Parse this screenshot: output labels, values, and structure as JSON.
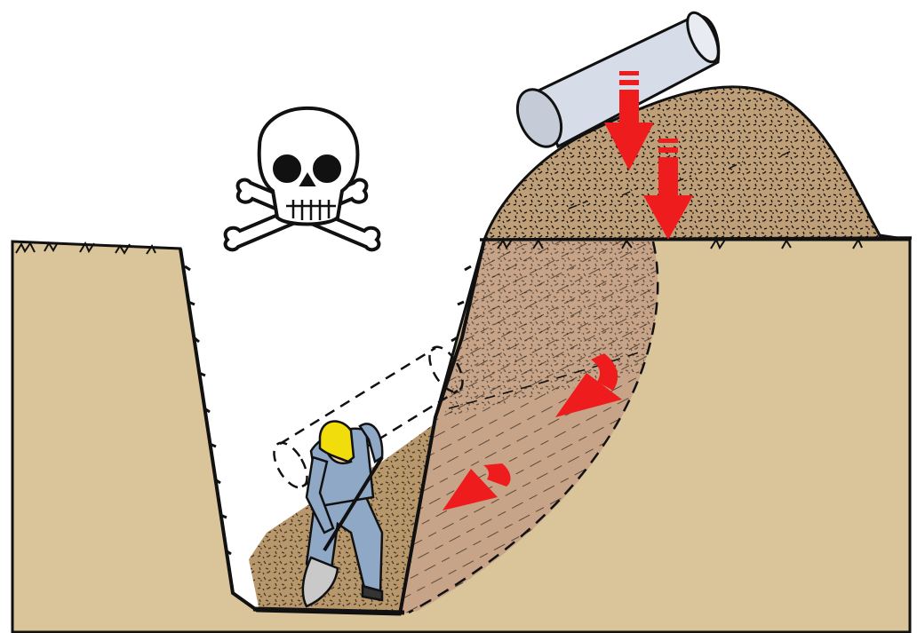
{
  "illustration": {
    "subject": "trench-collapse-hazard",
    "elements": [
      "trench",
      "spoil-pile",
      "pipe-section",
      "skull-and-crossbones",
      "worker-with-shovel",
      "downward-load-arrows",
      "slide-direction-arrows",
      "failure-wedge-outline",
      "pipe-ghost-outline"
    ]
  },
  "colors": {
    "background": "#ffffff",
    "ground": "#dac59a",
    "soil_mound": "#bf9f78",
    "failure_wedge": "#c7a387",
    "trench_floor_soil": "#b8976b",
    "outline": "#111111",
    "pipe": "#d7dde8",
    "hazard_arrow": "#ee1c1c",
    "worker_clothes": "#8fa8c6",
    "hard_hat": "#f2dd0c",
    "skull": "#ffffff"
  }
}
